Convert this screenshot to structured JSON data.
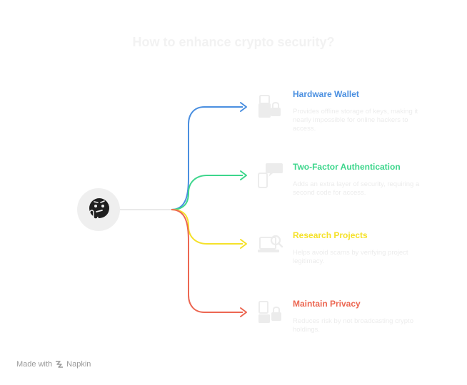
{
  "title": "How to enhance crypto security?",
  "branches": [
    {
      "title": "Hardware Wallet",
      "description": "Provides offline storage of keys, making it nearly impossible for online hackers to access.",
      "color": "#4a8fe0",
      "icon": "usb-lock-icon"
    },
    {
      "title": "Two-Factor Authentication",
      "description": "Adds an extra layer of security, requiring a second code for access.",
      "color": "#3dd68c",
      "icon": "phone-password-icon"
    },
    {
      "title": "Research Projects",
      "description": "Helps avoid scams by verifying project legitimacy.",
      "color": "#f5e12a",
      "icon": "laptop-search-icon"
    },
    {
      "title": "Maintain Privacy",
      "description": "Reduces risk by not broadcasting crypto holdings.",
      "color": "#ec6752",
      "icon": "devices-lock-icon"
    }
  ],
  "center_icon": "thinking-face-icon",
  "footer": {
    "made_with": "Made with",
    "brand": "Napkin",
    "brand_icon": "napkin-logo-icon"
  }
}
